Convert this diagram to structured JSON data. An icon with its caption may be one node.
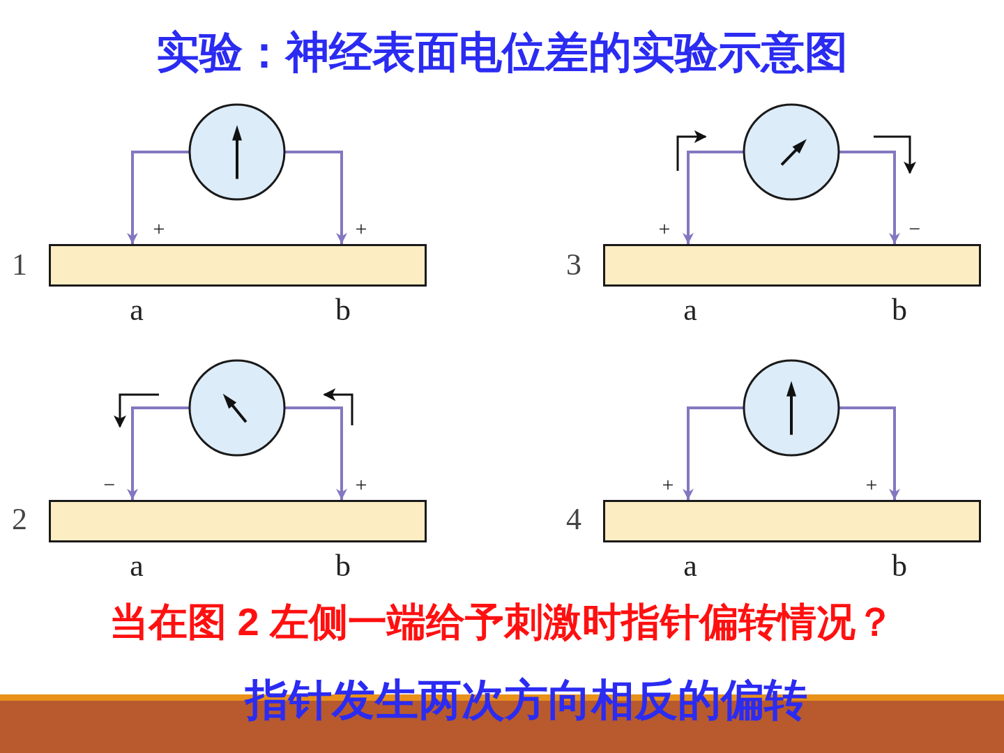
{
  "diagram": {
    "title": "实验：神经表面电位差的实验示意图",
    "nodes": [
      {
        "text": [],
        "shape": "circle"
      },
      {
        "text": [],
        "shape": "bar"
      },
      {
        "text": [],
        "shape": "circle"
      },
      {
        "text": [],
        "shape": "bar"
      },
      {
        "text": [],
        "shape": "circle"
      },
      {
        "text": [],
        "shape": "bar"
      },
      {
        "text": [],
        "shape": "circle"
      },
      {
        "text": [],
        "shape": "bar"
      }
    ],
    "edges": [
      {
        "from": 0,
        "to": 1,
        "arrow": "to"
      },
      {
        "from": 0,
        "to": 1,
        "arrow": "to"
      },
      {
        "from": 2,
        "to": 3,
        "arrow": "to"
      },
      {
        "from": 2,
        "to": 3,
        "arrow": "to"
      },
      {
        "from": 4,
        "to": 5,
        "arrow": "to"
      },
      {
        "from": 4,
        "to": 5,
        "arrow": "to"
      },
      {
        "from": 6,
        "to": 7,
        "arrow": "to"
      },
      {
        "from": 6,
        "to": 7,
        "arrow": "to"
      }
    ],
    "labels": [
      "+",
      "+",
      "+",
      "−",
      "1",
      "3",
      "a",
      "b",
      "a",
      "b",
      "−",
      "+",
      "+",
      "+",
      "2",
      "4",
      "a",
      "b",
      "a",
      "b",
      "当在图 2 左侧一端给予刺激时指针偏转情况？",
      "指针发生两次方向相反的偏转"
    ]
  }
}
